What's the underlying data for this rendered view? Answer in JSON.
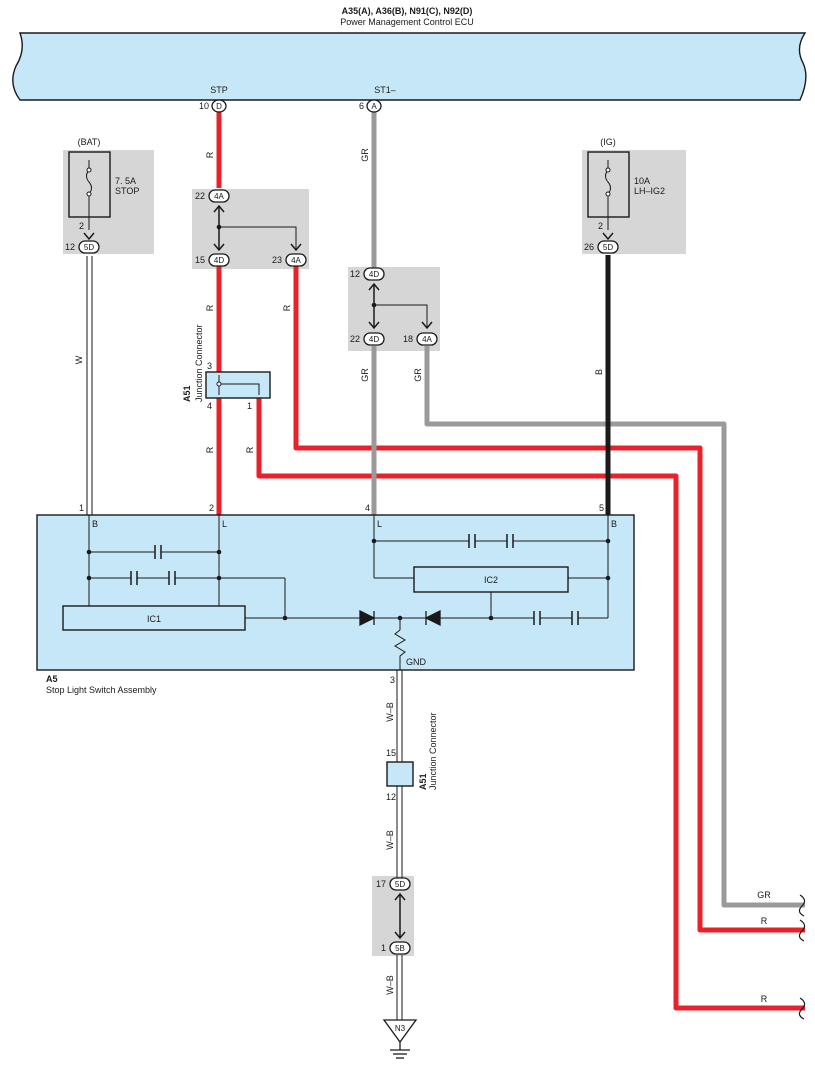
{
  "ecu": {
    "codes": "A35(A), A36(B), N91(C), N92(D)",
    "name": "Power Management Control ECU",
    "stp_label": "STP",
    "st1_label": "ST1–",
    "stp_pin": "10",
    "stp_conn": "D",
    "st1_pin": "6",
    "st1_conn": "A"
  },
  "fuse_stop": {
    "source": "(BAT)",
    "rating": "7. 5A",
    "name": "STOP",
    "pin_top": "2",
    "pin": "12",
    "conn": "5D"
  },
  "fuse_ig": {
    "source": "(IG)",
    "rating": "10A",
    "name": "LH–IG2",
    "pin_top": "2",
    "pin": "26",
    "conn": "5D"
  },
  "jb_red": {
    "top_pin": "22",
    "top_conn": "4A",
    "left_pin": "15",
    "left_conn": "4D",
    "right_pin": "23",
    "right_conn": "4A"
  },
  "jb_gray": {
    "top_pin": "12",
    "top_conn": "4D",
    "left_pin": "22",
    "left_conn": "4D",
    "right_pin": "18",
    "right_conn": "4A"
  },
  "jb_ground": {
    "top_pin": "17",
    "top_conn": "5D",
    "bot_pin": "1",
    "bot_conn": "5B"
  },
  "junction_top": {
    "code": "A51",
    "name": "Junction Connector",
    "pin_in": "3",
    "pin_out_left": "4",
    "pin_out_right": "1"
  },
  "junction_bottom": {
    "code": "A51",
    "name": "Junction Connector",
    "pin_in": "15",
    "pin_out": "12"
  },
  "wire_colors": {
    "r": "R",
    "gr": "GR",
    "w": "W",
    "b": "B",
    "wb": "W–B"
  },
  "switch": {
    "code": "A5",
    "name": "Stop Light Switch Assembly",
    "pin1": "1",
    "pin2": "2",
    "pin4": "4",
    "pin5": "5",
    "pin3": "3",
    "pin1_label": "B",
    "pin2_label": "L",
    "pin4_label": "L",
    "pin5_label": "B",
    "ic1": "IC1",
    "ic2": "IC2",
    "gnd": "GND"
  },
  "ground": {
    "code": "N3"
  },
  "colors": {
    "red": "#e8212a",
    "gray": "#9a9a9a",
    "black": "#1a1a1a",
    "panel": "#c6e7f7",
    "shade": "#d6d6d6"
  }
}
